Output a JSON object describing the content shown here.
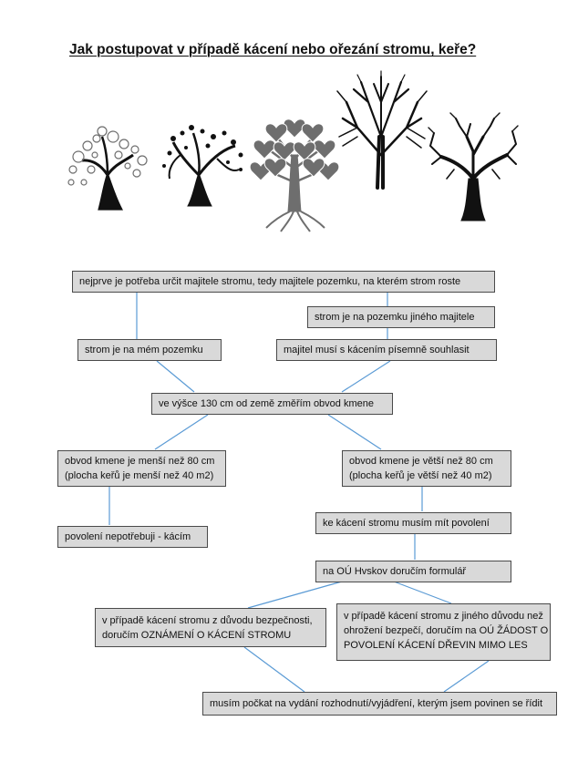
{
  "title": "Jak postupovat v případě kácení nebo ořezání stromu, keře?",
  "colors": {
    "box_fill": "#d9d9d9",
    "box_border": "#4a4a4a",
    "connector": "#5b9bd5",
    "tree_black": "#111111",
    "tree_grey": "#6e6e6e"
  },
  "illustrations": [
    "swirl-tree-icon",
    "leafy-swirl-tree-icon",
    "rooted-leaf-tree-icon",
    "bare-tree-icon",
    "gnarled-tree-icon"
  ],
  "flow": {
    "determine_owner": "nejprve je potřeba určit majitele stromu, tedy majitele pozemku, na kterém strom roste",
    "other_owner": "strom je na pozemku jiného majitele",
    "my_land": "strom je na mém pozemku",
    "owner_consent": "majitel musí s kácením písemně souhlasit",
    "measure": "ve výšce 130 cm od země změřím obvod kmene",
    "small_line1": "obvod kmene je menší než 80 cm",
    "small_line2": "(plocha keřů je menší než 40 m2)",
    "large_line1": "obvod kmene je větší než 80 cm",
    "large_line2": "(plocha keřů je větší než 40 m2)",
    "no_permit": "povolení nepotřebuji - kácím",
    "need_permit": "ke kácení stromu musím mít povolení",
    "deliver_form": "na OÚ Hvskov doručím formulář",
    "safety_line1": "v případě kácení stromu z důvodu bezpečnosti,",
    "safety_line2": "doručím OZNÁMENÍ O KÁCENÍ STROMU",
    "other_line1": "v případě kácení stromu z jiného důvodu než",
    "other_line2": "ohrožení bezpečí, doručím na OÚ ŽÁDOST O",
    "other_line3": "POVOLENÍ KÁCENÍ DŘEVIN MIMO LES",
    "wait": "musím počkat na vydání rozhodnutí/vyjádření, kterým jsem povinen se řídit"
  }
}
